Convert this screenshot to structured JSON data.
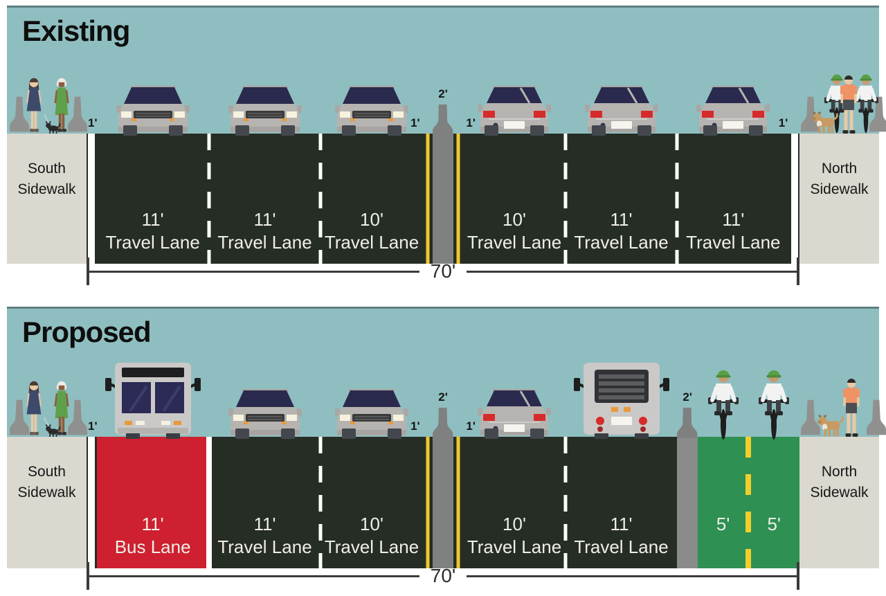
{
  "figure": {
    "type": "street-cross-section-comparison",
    "total_width_ft": 70
  },
  "colors": {
    "sky": "#8FBEC0",
    "road": "#262D25",
    "sidewalk": "#DBD8CF",
    "bus_lane_red": "#CE2030",
    "bike_lane_green": "#2E9052",
    "median_gray": "#7F8080",
    "buffer_gray": "#8A8B8B",
    "line_yellow": "#EFC72E",
    "line_white": "#FFFFFF"
  },
  "figures": [
    "lamp-pedestal",
    "pedestrian-woman-blue",
    "pedestrian-woman-green",
    "leashed-dog-small",
    "pedestrian-man-orange",
    "dog-tan",
    "standing-cyclist",
    "riding-cyclist",
    "car-front",
    "car-rear",
    "bus-front",
    "bus-rear",
    "concrete-median-barrier"
  ],
  "panels": [
    {
      "title": "Existing",
      "sidewalk_left": {
        "line1": "South",
        "line2": "Sidewalk"
      },
      "sidewalk_right": {
        "line1": "North",
        "line2": "Sidewalk"
      },
      "total_ft": 70,
      "total_label": "70'",
      "segments": [
        {
          "type": "edge",
          "ft": 1,
          "label": "1'",
          "anchor": "left"
        },
        {
          "type": "lane",
          "surface": "asphalt",
          "ft": 11,
          "line1": "11'",
          "line2": "Travel Lane",
          "vehicle": "car-front",
          "divider_after": "dashed-white"
        },
        {
          "type": "lane",
          "surface": "asphalt",
          "ft": 11,
          "line1": "11'",
          "line2": "Travel Lane",
          "vehicle": "car-front",
          "divider_after": "dashed-white"
        },
        {
          "type": "lane",
          "surface": "asphalt",
          "ft": 10,
          "line1": "10'",
          "line2": "Travel Lane",
          "vehicle": "car-front"
        },
        {
          "type": "yellow",
          "ft": 1,
          "label": "1'",
          "anchor": "left-out"
        },
        {
          "type": "median",
          "ft": 2,
          "label": "2'"
        },
        {
          "type": "yellow",
          "ft": 1,
          "label": "1'",
          "anchor": "right-out"
        },
        {
          "type": "lane",
          "surface": "asphalt",
          "ft": 10,
          "line1": "10'",
          "line2": "Travel Lane",
          "vehicle": "car-rear",
          "divider_after": "dashed-white"
        },
        {
          "type": "lane",
          "surface": "asphalt",
          "ft": 11,
          "line1": "11'",
          "line2": "Travel Lane",
          "vehicle": "car-rear",
          "divider_after": "dashed-white"
        },
        {
          "type": "lane",
          "surface": "asphalt",
          "ft": 11,
          "line1": "11'",
          "line2": "Travel Lane",
          "vehicle": "car-rear"
        },
        {
          "type": "edge",
          "ft": 1,
          "label": "1'",
          "anchor": "right"
        }
      ]
    },
    {
      "title": "Proposed",
      "sidewalk_left": {
        "line1": "South",
        "line2": "Sidewalk"
      },
      "sidewalk_right": {
        "line1": "North",
        "line2": "Sidewalk"
      },
      "total_ft": 70,
      "total_label": "70'",
      "segments": [
        {
          "type": "edge",
          "ft": 1,
          "label": "1'",
          "anchor": "left"
        },
        {
          "type": "lane",
          "surface": "bus",
          "ft": 11,
          "line1": "11'",
          "line2": "Bus Lane",
          "vehicle": "bus-front",
          "divider_after": "solid-white"
        },
        {
          "type": "lane",
          "surface": "asphalt",
          "ft": 11,
          "line1": "11'",
          "line2": "Travel Lane",
          "vehicle": "car-front",
          "divider_after": "dashed-white"
        },
        {
          "type": "lane",
          "surface": "asphalt",
          "ft": 10,
          "line1": "10'",
          "line2": "Travel Lane",
          "vehicle": "car-front"
        },
        {
          "type": "yellow",
          "ft": 1,
          "label": "1'",
          "anchor": "left-out"
        },
        {
          "type": "median",
          "ft": 2,
          "label": "2'"
        },
        {
          "type": "yellow",
          "ft": 1,
          "label": "1'",
          "anchor": "right-out"
        },
        {
          "type": "lane",
          "surface": "asphalt",
          "ft": 10,
          "line1": "10'",
          "line2": "Travel Lane",
          "vehicle": "car-rear",
          "divider_after": "dashed-white"
        },
        {
          "type": "lane",
          "surface": "asphalt",
          "ft": 11,
          "line1": "11'",
          "line2": "Travel Lane",
          "vehicle": "bus-rear"
        },
        {
          "type": "buffer",
          "ft": 2,
          "label": "2'"
        },
        {
          "type": "lane",
          "surface": "bike",
          "ft": 5,
          "line1": "5'",
          "vehicle": "cyclist",
          "divider_after": "dashed-yellow"
        },
        {
          "type": "lane",
          "surface": "bike",
          "ft": 5,
          "line1": "5'",
          "vehicle": "cyclist"
        }
      ]
    }
  ]
}
